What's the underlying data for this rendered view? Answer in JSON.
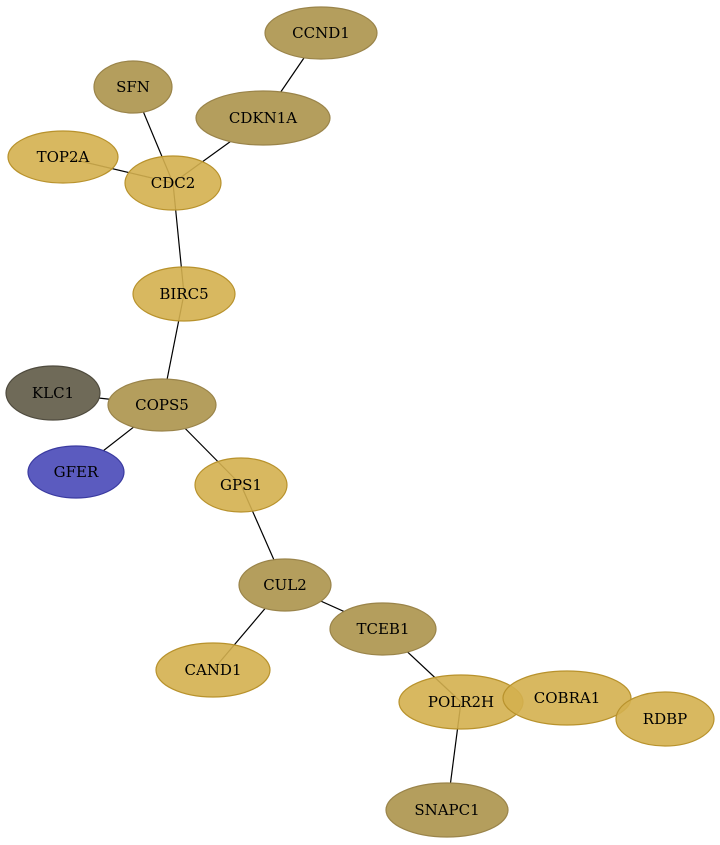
{
  "colors": {
    "gold": "#d4b04f",
    "olive": "#b49e5d",
    "dark": "#6f6a58",
    "blue": "#5b5bbf"
  },
  "nodes": [
    {
      "id": "CCND1",
      "label": "CCND1",
      "color": "olive"
    },
    {
      "id": "SFN",
      "label": "SFN",
      "color": "olive"
    },
    {
      "id": "CDKN1A",
      "label": "CDKN1A",
      "color": "olive"
    },
    {
      "id": "TOP2A",
      "label": "TOP2A",
      "color": "gold"
    },
    {
      "id": "CDC2",
      "label": "CDC2",
      "color": "gold"
    },
    {
      "id": "BIRC5",
      "label": "BIRC5",
      "color": "gold"
    },
    {
      "id": "KLC1",
      "label": "KLC1",
      "color": "dark"
    },
    {
      "id": "COPS5",
      "label": "COPS5",
      "color": "olive"
    },
    {
      "id": "GFER",
      "label": "GFER",
      "color": "blue"
    },
    {
      "id": "GPS1",
      "label": "GPS1",
      "color": "gold"
    },
    {
      "id": "CUL2",
      "label": "CUL2",
      "color": "olive"
    },
    {
      "id": "TCEB1",
      "label": "TCEB1",
      "color": "olive"
    },
    {
      "id": "CAND1",
      "label": "CAND1",
      "color": "gold"
    },
    {
      "id": "POLR2H",
      "label": "POLR2H",
      "color": "gold"
    },
    {
      "id": "COBRA1",
      "label": "COBRA1",
      "color": "gold"
    },
    {
      "id": "RDBP",
      "label": "RDBP",
      "color": "gold"
    },
    {
      "id": "SNAPC1",
      "label": "SNAPC1",
      "color": "olive"
    }
  ],
  "edges": [
    [
      "CCND1",
      "CDKN1A"
    ],
    [
      "CDKN1A",
      "CDC2"
    ],
    [
      "SFN",
      "CDC2"
    ],
    [
      "TOP2A",
      "CDC2"
    ],
    [
      "CDC2",
      "BIRC5"
    ],
    [
      "BIRC5",
      "COPS5"
    ],
    [
      "KLC1",
      "COPS5"
    ],
    [
      "COPS5",
      "GFER"
    ],
    [
      "COPS5",
      "GPS1"
    ],
    [
      "GPS1",
      "CUL2"
    ],
    [
      "CUL2",
      "CAND1"
    ],
    [
      "CUL2",
      "TCEB1"
    ],
    [
      "TCEB1",
      "POLR2H"
    ],
    [
      "POLR2H",
      "SNAPC1"
    ]
  ]
}
